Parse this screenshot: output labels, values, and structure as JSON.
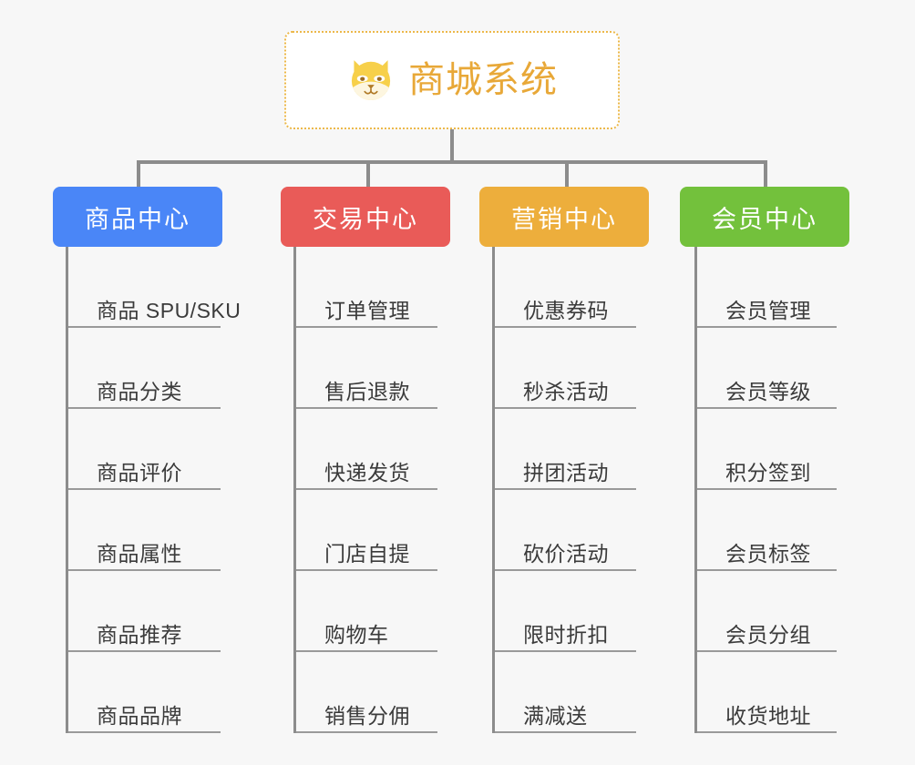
{
  "diagram": {
    "title": "商城系统",
    "background_color": "#f7f7f7",
    "root": {
      "label": "商城系统",
      "icon": "shiba-dog-face-icon",
      "text_color": "#e8a838",
      "border_color": "#ecb84a",
      "background": "#ffffff"
    },
    "connector_color": "#8c8c8c",
    "columns": [
      {
        "key": "product",
        "label": "商品中心",
        "color": "#4a86f7",
        "items": [
          "商品 SPU/SKU",
          "商品分类",
          "商品评价",
          "商品属性",
          "商品推荐",
          "商品品牌"
        ]
      },
      {
        "key": "trade",
        "label": "交易中心",
        "color": "#e95b58",
        "items": [
          "订单管理",
          "售后退款",
          "快递发货",
          "门店自提",
          "购物车",
          "销售分佣"
        ]
      },
      {
        "key": "marketing",
        "label": "营销中心",
        "color": "#edae3c",
        "items": [
          "优惠券码",
          "秒杀活动",
          "拼团活动",
          "砍价活动",
          "限时折扣",
          "满减送"
        ]
      },
      {
        "key": "member",
        "label": "会员中心",
        "color": "#73c13c",
        "items": [
          "会员管理",
          "会员等级",
          "积分签到",
          "会员标签",
          "会员分组",
          "收货地址"
        ]
      }
    ]
  }
}
